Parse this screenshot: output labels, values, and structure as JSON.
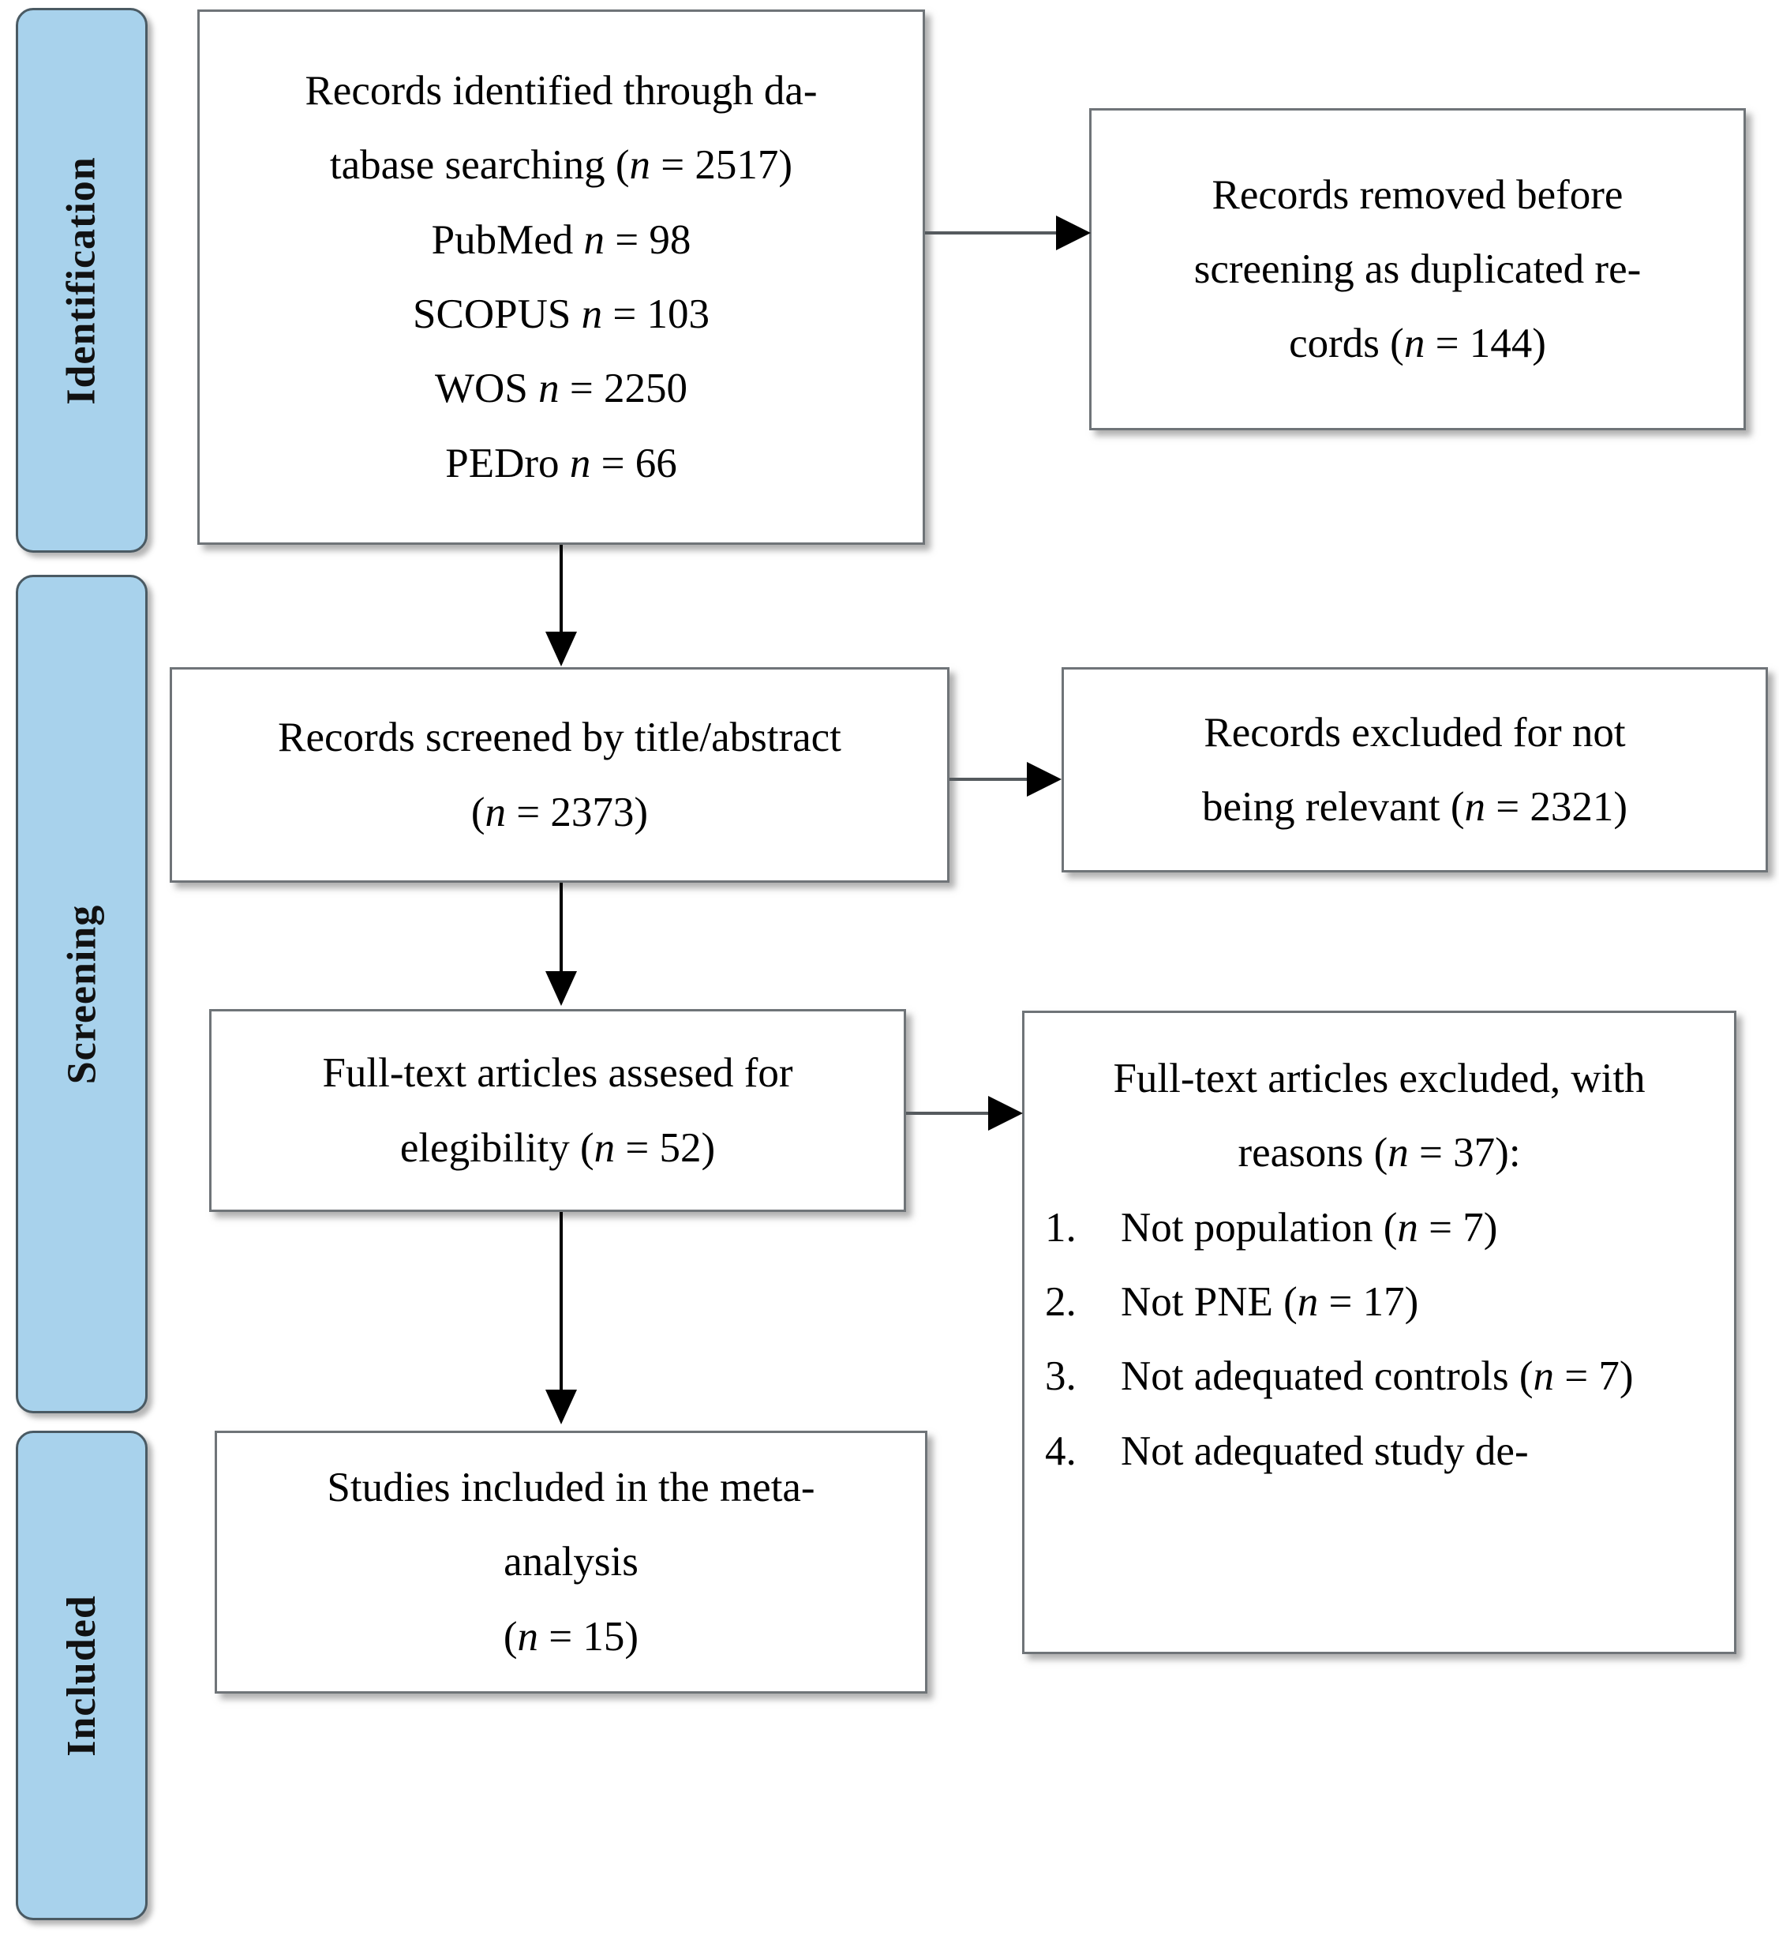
{
  "diagram": {
    "title": "PRISMA flow diagram",
    "accent_color": "#a8d2ec",
    "box_border_color": "#6f7478"
  },
  "stages": [
    {
      "id": "identification",
      "label": "Identification"
    },
    {
      "id": "screening",
      "label": "Screening"
    },
    {
      "id": "included",
      "label": "Included"
    }
  ],
  "boxes": {
    "identified": {
      "lines": [
        "Records identified through da-",
        "tabase searching (n = 2517)",
        "PubMed n = 98",
        "SCOPUS n = 103",
        "WOS n = 2250",
        "PEDro n = 66"
      ]
    },
    "duplicates_removed": {
      "lines": [
        "Records removed before",
        "screening as duplicated re-",
        "cords (n = 144)"
      ]
    },
    "screened": {
      "lines": [
        "Records screened by title/abstract",
        "(n = 2373)"
      ]
    },
    "excluded_not_relevant": {
      "lines": [
        "Records excluded for not",
        "being relevant (n = 2321)"
      ]
    },
    "fulltext_assessed": {
      "lines": [
        "Full-text articles assesed for",
        "elegibility (n = 52)"
      ]
    },
    "fulltext_excluded": {
      "lines": [
        "Full-text articles excluded, with",
        "reasons (n = 37):"
      ],
      "reasons": [
        {
          "num": "1.",
          "text": "Not population (n = 7)"
        },
        {
          "num": "2.",
          "text": "Not PNE (n = 17)"
        },
        {
          "num": "3.",
          "text": "Not adequated controls (n = 7)"
        },
        {
          "num": "4.",
          "text": "Not adequated study de-"
        }
      ]
    },
    "included_studies": {
      "lines": [
        "Studies included in the meta-",
        "analysis",
        "(n = 15)"
      ]
    }
  },
  "counts": {
    "database_total": 2517,
    "pubmed": 98,
    "scopus": 103,
    "wos": 2250,
    "pedro": 66,
    "duplicates": 144,
    "screened": 2373,
    "excluded_not_relevant": 2321,
    "fulltext_assessed": 52,
    "fulltext_excluded": 37,
    "not_population": 7,
    "not_pne": 17,
    "not_adequate_controls": 7,
    "included": 15
  }
}
